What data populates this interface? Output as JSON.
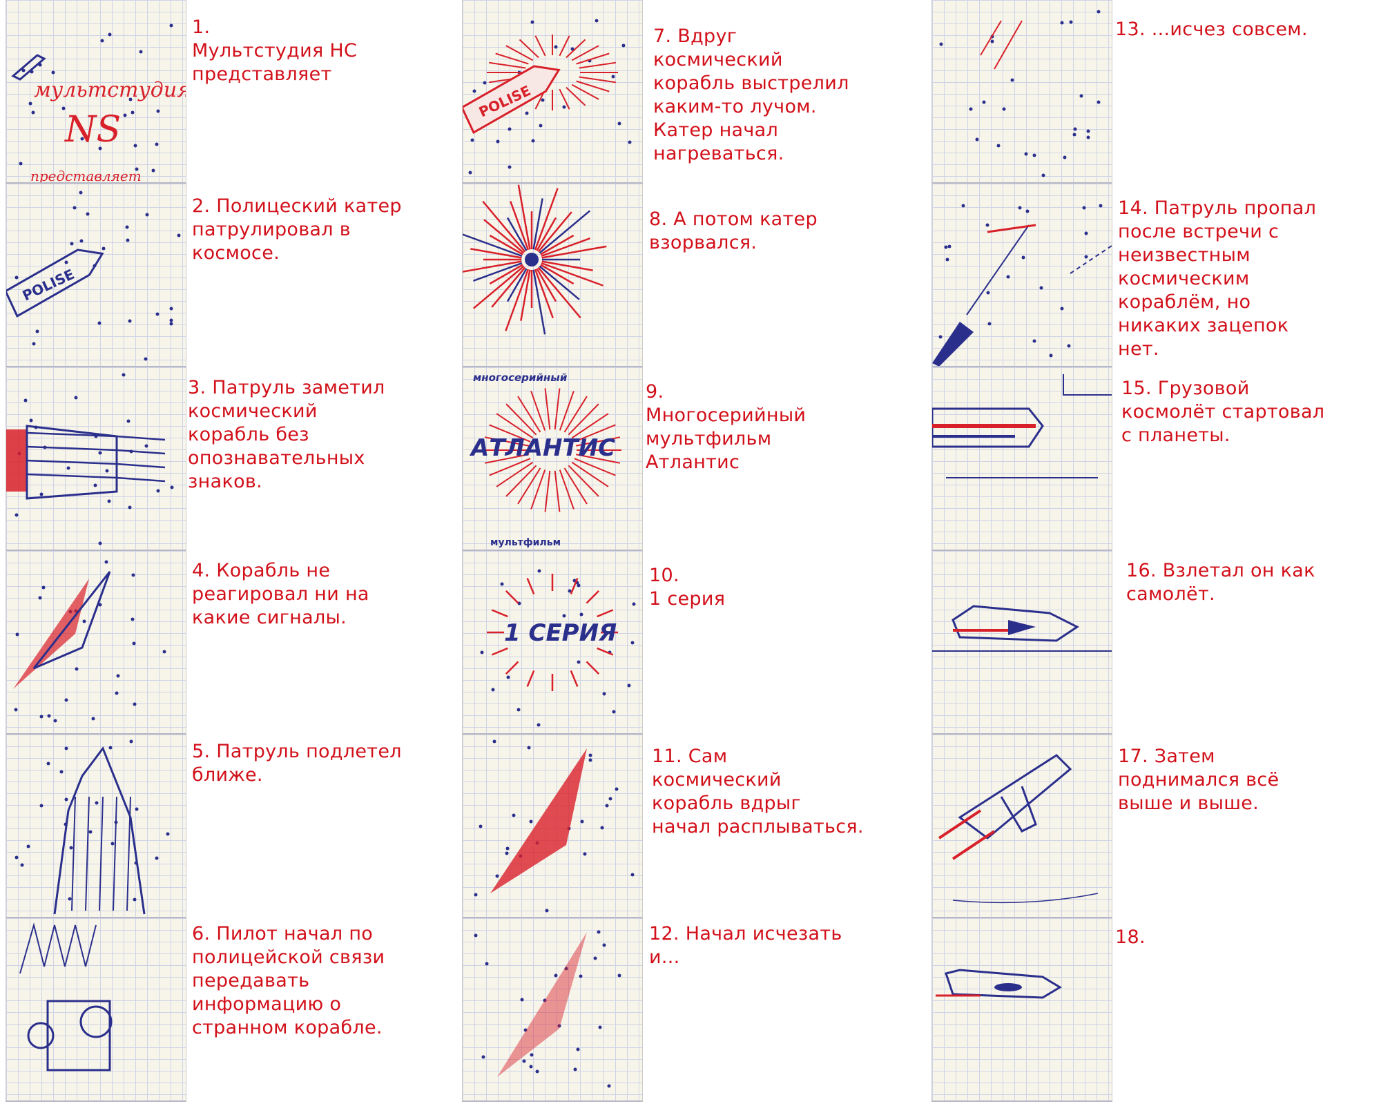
{
  "colors": {
    "caption": "#d2101a",
    "ink_blue": "#2b2f8c",
    "ink_red": "#d8202a"
  },
  "panels": [
    {
      "caption": "1.\nМультстудия НС\nпредставляет",
      "sketch": "title",
      "lettering": [
        "мультстудия",
        "NS",
        "представляет"
      ]
    },
    {
      "caption": "2. Полицеский катер\nпатрулировал в\nкосмосе.",
      "sketch": "police",
      "lettering": [
        "POLISE"
      ]
    },
    {
      "caption": "3. Патруль заметил\nкосмический\nкорабль без\nопознавательных\nзнаков.",
      "sketch": "ship"
    },
    {
      "caption": "4. Корабль не\nреагировал ни на\nкакие сигналы.",
      "sketch": "rocket"
    },
    {
      "caption": "5. Патруль подлетел\nближе.",
      "sketch": "tower"
    },
    {
      "caption": "6. Пилот начал по\nполицейской связи\nпередавать\nинформацию о\nстранном корабле.",
      "sketch": "radio"
    },
    {
      "caption": "7. Вдруг\nкосмический\nкорабль выстрелил\nкаким-то лучом.\nКатер начал\nнагреваться.",
      "sketch": "heat",
      "lettering": [
        "POLISE"
      ]
    },
    {
      "caption": "8. А потом катер\nвзорвался.",
      "sketch": "explosion"
    },
    {
      "caption": "9.\nМногосерийный\nмультфильм\nАтлантис",
      "sketch": "atlantis",
      "lettering": [
        "многосерийный",
        "АТЛАНТИС",
        "мультфильм"
      ]
    },
    {
      "caption": "10.\n1 серия",
      "sketch": "episode",
      "lettering": [
        "1 СЕРИЯ"
      ]
    },
    {
      "caption": "11. Сам\nкосмический\nкорабль вдрыг\nначал расплываться.",
      "sketch": "blur"
    },
    {
      "caption": "12. Начал исчезать\nи...",
      "sketch": "fade"
    },
    {
      "caption": "13. ...исчез совсем.",
      "sketch": "gone"
    },
    {
      "caption": "14. Патруль пропал\nпосле встречи с\nнеизвестным\nкосмическим\nкораблём, но\nникаких зацепок\nнет.",
      "sketch": "lost"
    },
    {
      "caption": "15. Грузовой\nкосмолёт стартовал\nс планеты.",
      "sketch": "cargo"
    },
    {
      "caption": "16. Взлетал он как\nсамолёт.",
      "sketch": "plane"
    },
    {
      "caption": "17. Затем\nподнимался всё\nвыше и выше.",
      "sketch": "climb"
    },
    {
      "caption": "18.",
      "sketch": "small"
    }
  ]
}
